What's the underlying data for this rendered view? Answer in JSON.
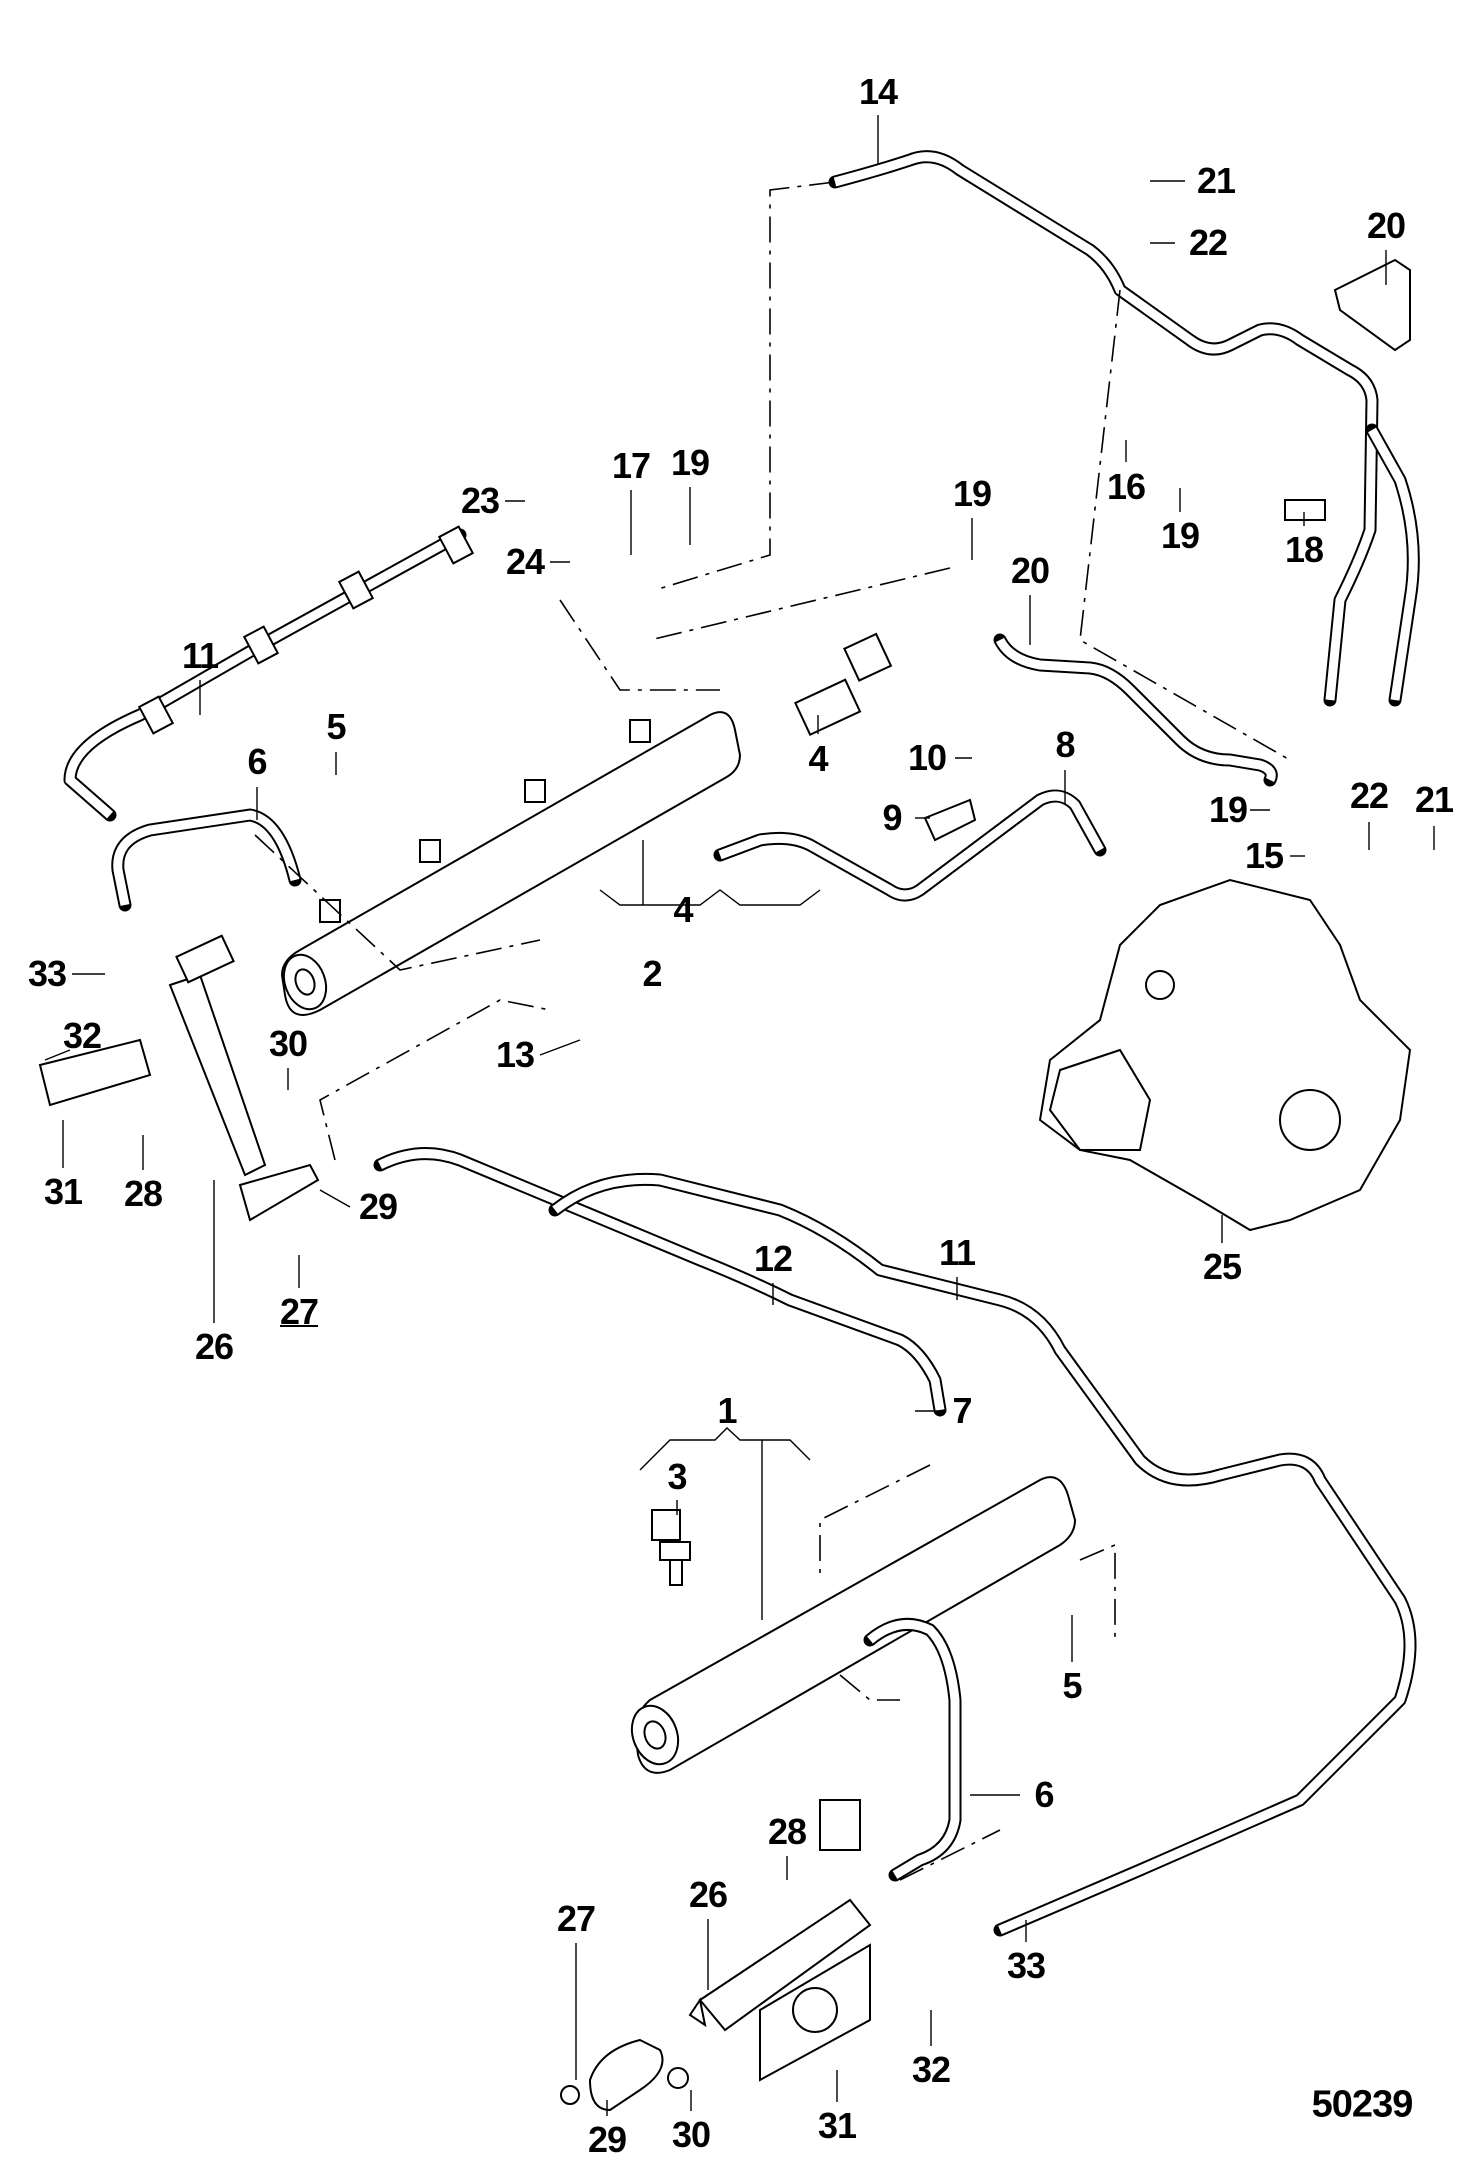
{
  "figure": {
    "title": "Fuel injection rails, lines, injectors and high-pressure pump — exploded parts diagram",
    "figure_id": "50239"
  },
  "callouts": [
    {
      "id": "c14a",
      "number": "14"
    },
    {
      "id": "c21a",
      "number": "21"
    },
    {
      "id": "c22a",
      "number": "22"
    },
    {
      "id": "c20a",
      "number": "20"
    },
    {
      "id": "c17",
      "number": "17"
    },
    {
      "id": "c19a",
      "number": "19"
    },
    {
      "id": "c23",
      "number": "23"
    },
    {
      "id": "c24",
      "number": "24"
    },
    {
      "id": "c16",
      "number": "16"
    },
    {
      "id": "c19b",
      "number": "19"
    },
    {
      "id": "c18",
      "number": "18"
    },
    {
      "id": "c19c",
      "number": "19"
    },
    {
      "id": "c20b",
      "number": "20"
    },
    {
      "id": "c11a",
      "number": "11"
    },
    {
      "id": "c5a",
      "number": "5"
    },
    {
      "id": "c6a",
      "number": "6"
    },
    {
      "id": "c4a",
      "number": "4"
    },
    {
      "id": "c10",
      "number": "10"
    },
    {
      "id": "c8",
      "number": "8"
    },
    {
      "id": "c9",
      "number": "9"
    },
    {
      "id": "c19d",
      "number": "19"
    },
    {
      "id": "c22b",
      "number": "22"
    },
    {
      "id": "c21b",
      "number": "21"
    },
    {
      "id": "c15",
      "number": "15"
    },
    {
      "id": "c4b",
      "number": "4"
    },
    {
      "id": "c2",
      "number": "2"
    },
    {
      "id": "c33a",
      "number": "33"
    },
    {
      "id": "c32a",
      "number": "32"
    },
    {
      "id": "c13",
      "number": "13"
    },
    {
      "id": "c30a",
      "number": "30"
    },
    {
      "id": "c31a",
      "number": "31"
    },
    {
      "id": "c28a",
      "number": "28"
    },
    {
      "id": "c29a",
      "number": "29"
    },
    {
      "id": "c27a",
      "number": "27",
      "underlined": true
    },
    {
      "id": "c26a",
      "number": "26"
    },
    {
      "id": "c25",
      "number": "25"
    },
    {
      "id": "c12",
      "number": "12"
    },
    {
      "id": "c11b",
      "number": "11"
    },
    {
      "id": "c7",
      "number": "7"
    },
    {
      "id": "c1",
      "number": "1"
    },
    {
      "id": "c3",
      "number": "3"
    },
    {
      "id": "c5b",
      "number": "5"
    },
    {
      "id": "c6b",
      "number": "6"
    },
    {
      "id": "c28b",
      "number": "28"
    },
    {
      "id": "c26b",
      "number": "26"
    },
    {
      "id": "c33b",
      "number": "33"
    },
    {
      "id": "c27b",
      "number": "27"
    },
    {
      "id": "c32b",
      "number": "32"
    },
    {
      "id": "c31b",
      "number": "31"
    },
    {
      "id": "c29b",
      "number": "29"
    },
    {
      "id": "c30b",
      "number": "30"
    }
  ]
}
